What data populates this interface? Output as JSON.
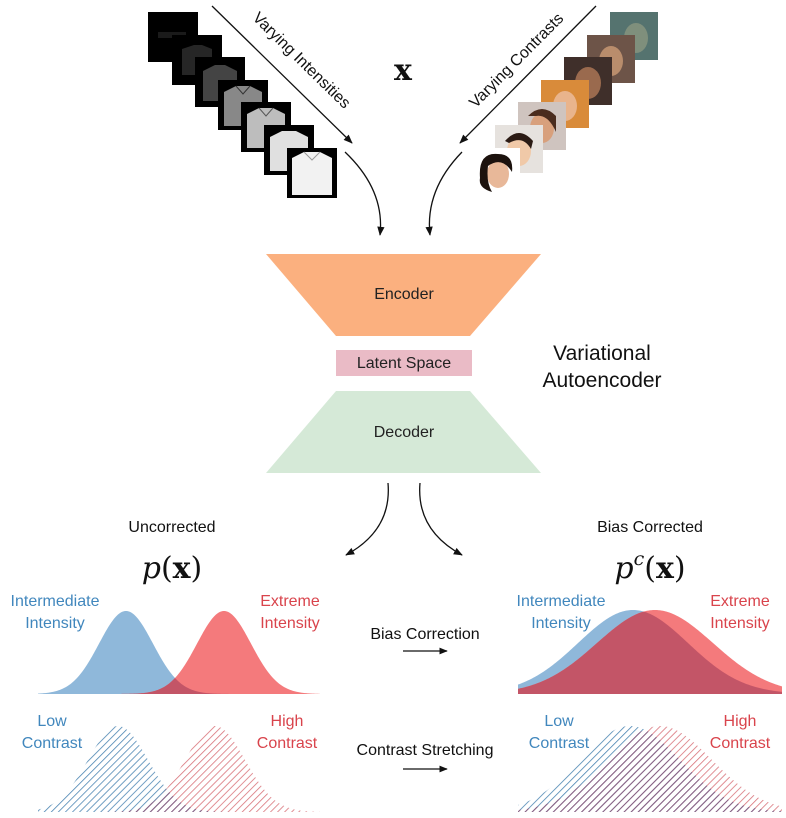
{
  "inputs": {
    "symbol": "x",
    "left_arrow_label": "Varying Intensities",
    "right_arrow_label": "Varying Contrasts"
  },
  "model": {
    "encoder_label": "Encoder",
    "latent_label": "Latent Space",
    "decoder_label": "Decoder",
    "title_line1": "Variational",
    "title_line2": "Autoencoder"
  },
  "left_panel": {
    "heading": "Uncorrected",
    "formula": "p(x)",
    "top_left_line1": "Intermediate",
    "top_left_line2": "Intensity",
    "top_right_line1": "Extreme",
    "top_right_line2": "Intensity",
    "bottom_left_line1": "Low",
    "bottom_left_line2": "Contrast",
    "bottom_right_line1": "High",
    "bottom_right_line2": "Contrast"
  },
  "middle": {
    "bias_correction": "Bias Correction",
    "contrast_stretching": "Contrast Stretching"
  },
  "right_panel": {
    "heading": "Bias Corrected",
    "formula": "p^c(x)",
    "top_left_line1": "Intermediate",
    "top_left_line2": "Intensity",
    "top_right_line1": "Extreme",
    "top_right_line2": "Intensity",
    "bottom_left_line1": "Low",
    "bottom_left_line2": "Contrast",
    "bottom_right_line1": "High",
    "bottom_right_line2": "Contrast"
  },
  "colors": {
    "encoder": "#fbb07f",
    "latent": "#eabbc6",
    "decoder": "#d5e9d7",
    "blue": "#4187bd",
    "red": "#d9444c",
    "blue_fill": "#8fb8da",
    "red_fill": "#f47a7c",
    "overlap_fill": "#c35567"
  }
}
